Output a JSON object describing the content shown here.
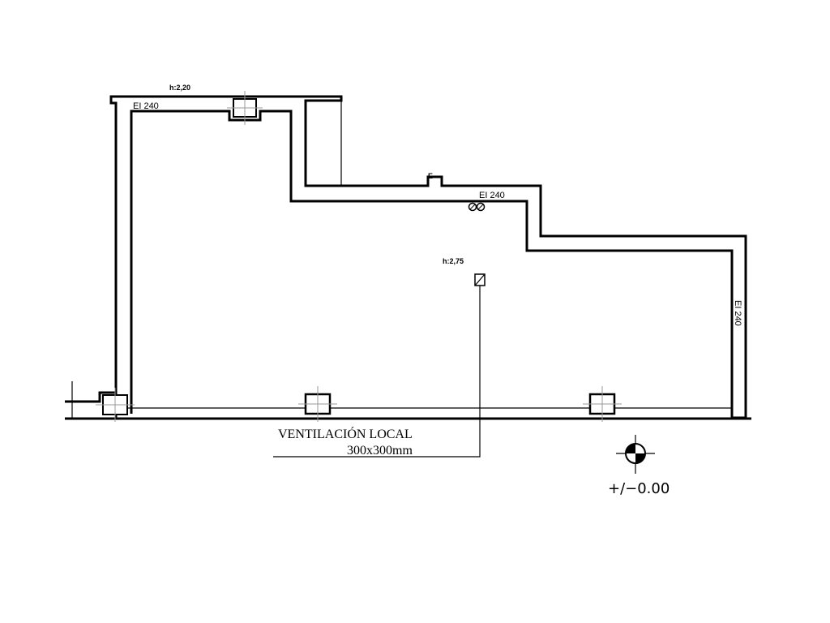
{
  "plan": {
    "labels": {
      "height_top": "h:2,20",
      "height_center": "h:2,75",
      "fire_rating_top_left": "EI 240",
      "fire_rating_center": "EI 240",
      "fire_rating_right": "EI 240",
      "small_mark": "E"
    },
    "callout": {
      "line1": "VENTILACIÓN LOCAL",
      "line2": "300x300mm"
    },
    "level": {
      "text": "+/−0.00"
    }
  }
}
